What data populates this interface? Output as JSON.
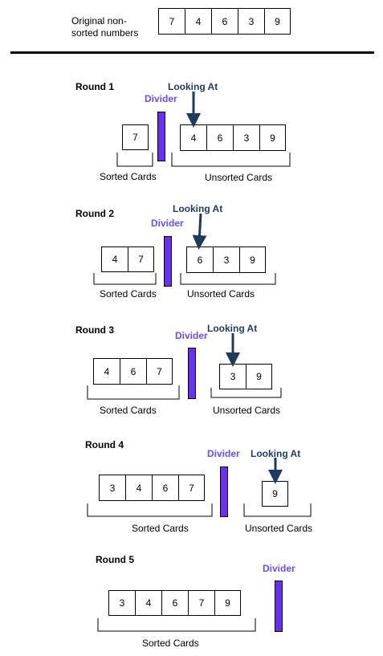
{
  "header": {
    "label_line1": "Original non-",
    "label_line2": "sorted numbers",
    "numbers": [
      "7",
      "4",
      "6",
      "3",
      "9"
    ]
  },
  "common": {
    "divider_label": "Divider",
    "looking_label": "Looking At",
    "sorted_label": "Sorted Cards",
    "unsorted_label": "Unsorted Cards"
  },
  "colors": {
    "divider": "#6a2ff0",
    "divider_text": "#6a4cf0",
    "arrow": "#1f3a5f"
  },
  "rounds": [
    {
      "title": "Round 1",
      "sorted": [
        "7"
      ],
      "unsorted": [
        "4",
        "6",
        "3",
        "9"
      ]
    },
    {
      "title": "Round 2",
      "sorted": [
        "4",
        "7"
      ],
      "unsorted": [
        "6",
        "3",
        "9"
      ]
    },
    {
      "title": "Round 3",
      "sorted": [
        "4",
        "6",
        "7"
      ],
      "unsorted": [
        "3",
        "9"
      ]
    },
    {
      "title": "Round 4",
      "sorted": [
        "3",
        "4",
        "6",
        "7"
      ],
      "unsorted": [
        "9"
      ]
    },
    {
      "title": "Round 5",
      "sorted": [
        "3",
        "4",
        "6",
        "7",
        "9"
      ],
      "unsorted": []
    }
  ]
}
